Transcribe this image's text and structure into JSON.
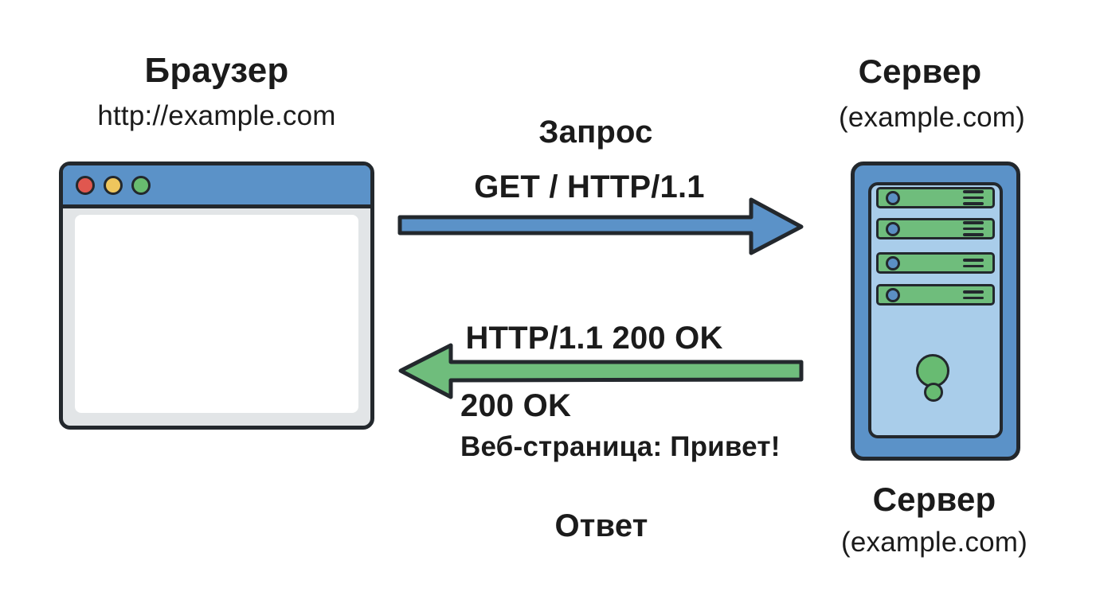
{
  "diagram": {
    "browser": {
      "title": "Браузер",
      "url": "http://example.com"
    },
    "request": {
      "label": "Запрос",
      "message": "GET / HTTP/1.1"
    },
    "response": {
      "label": "Ответ",
      "status_line": "HTTP/1.1 200 OK",
      "status": "200 OK",
      "body": "Веб-страница: Привет!"
    },
    "server_top": {
      "title": "Сервер",
      "subtitle": "(example.com)"
    },
    "server_bottom": {
      "title": "Сервер",
      "subtitle": "(example.com)"
    }
  },
  "colors": {
    "request_arrow": "#5b92c8",
    "response_arrow": "#6fbd7c",
    "outline": "#23282d",
    "titlebar_blue": "#5b92c8",
    "server_blue": "#5b92c8",
    "server_panel_light_blue": "#a9cdea",
    "bay_green": "#6fbd7c",
    "window_frame_gray": "#e2e5e7",
    "dot_red": "#e0574f",
    "dot_yellow": "#eec65d",
    "dot_green": "#68bb6f",
    "text": "#1b1b1b"
  }
}
